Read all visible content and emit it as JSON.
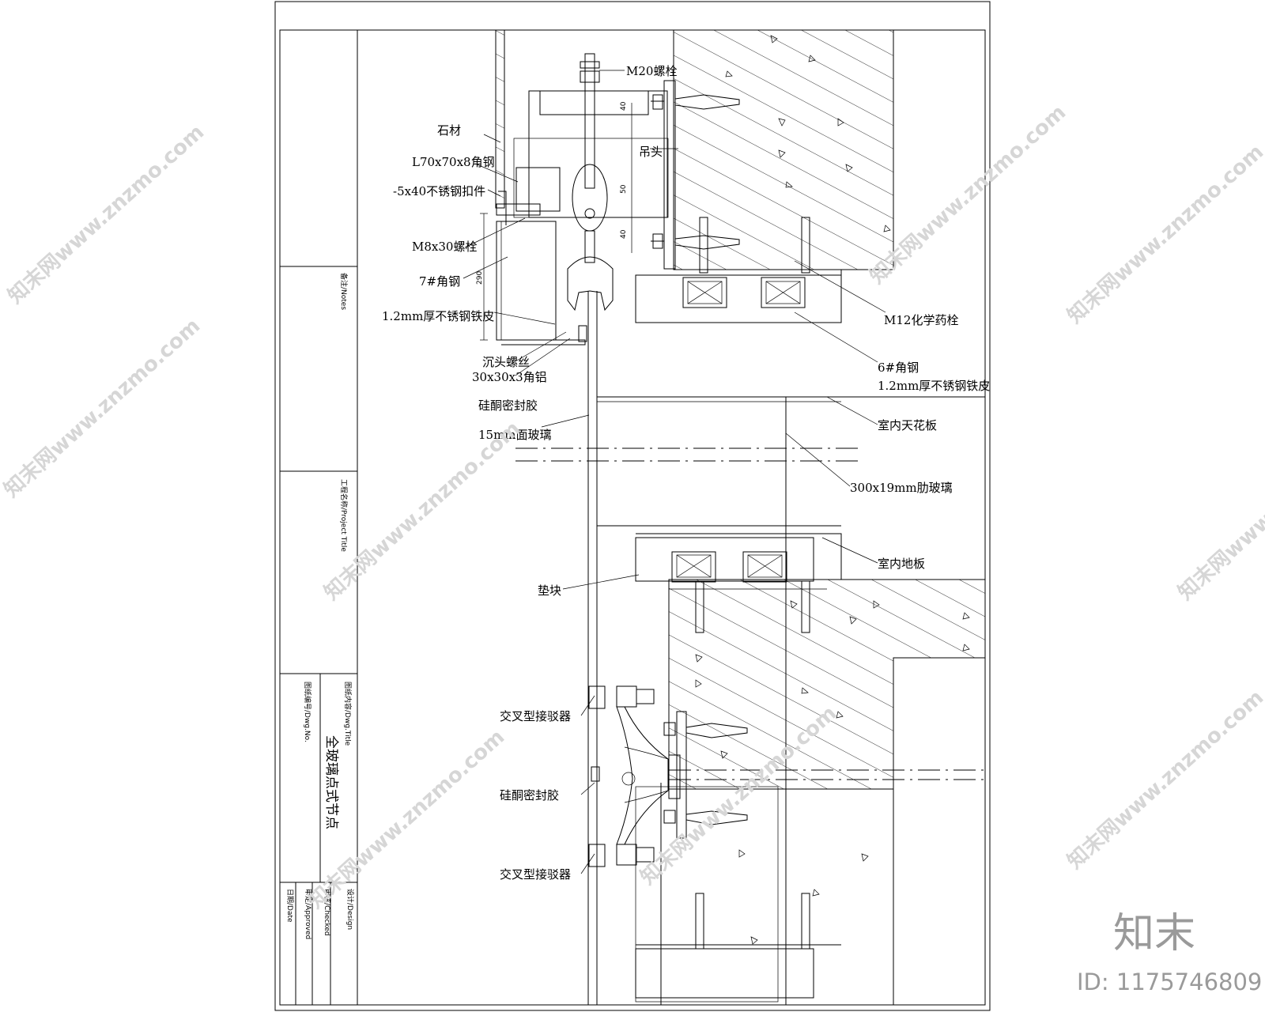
{
  "drawing": {
    "title": "全玻璃点式节点",
    "labels": {
      "m20_bolt": "M20螺栓",
      "stone": "石材",
      "angle_steel": "L70x70x8角钢",
      "hanger": "吊头",
      "clip": "-5x40不锈钢扣件",
      "m8_bolt": "M8x30螺栓",
      "channel7": "7#角钢",
      "ss_sheet_left": "1.2mm厚不锈钢铁皮",
      "countersunk": "沉头螺丝",
      "alu_angle": "30x30x3角铝",
      "sealant_top": "硅酮密封胶",
      "face_glass": "15mm面玻璃",
      "m12_anchor": "M12化学药栓",
      "angle6": "6#角钢",
      "ss_sheet_right": "1.2mm厚不锈钢铁皮",
      "ceiling": "室内天花板",
      "fin_glass": "300x19mm肋玻璃",
      "floor": "室内地板",
      "pad": "垫块",
      "connector_top": "交叉型接驳器",
      "sealant_mid": "硅酮密封胶",
      "connector_bottom": "交叉型接驳器"
    }
  },
  "title_block": {
    "notes": "备注/Notes",
    "project": "工程名称/Project Title",
    "drawing_title_label": "图纸内容/Dwg.Title",
    "drawing_no_label": "图纸编号/Dwg.No.",
    "design": "设计/Design",
    "checked": "审核/Checked",
    "approved": "审定/Approved",
    "date": "日期/Date"
  },
  "watermark": {
    "repeat_text": "知末网www.znzmo.com",
    "brand": "知末",
    "id": "ID: 1175746809"
  },
  "colors": {
    "line": "#000000",
    "watermark": "#d6d6d6",
    "brand": "#9a9a9a"
  }
}
